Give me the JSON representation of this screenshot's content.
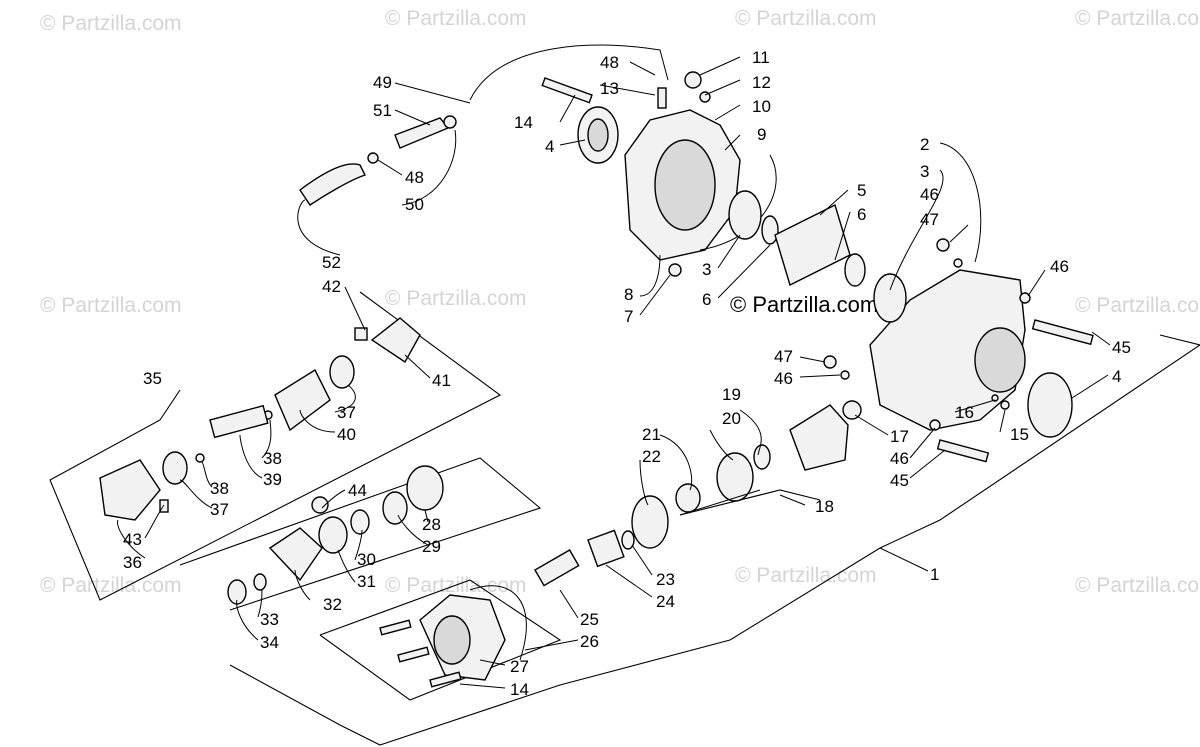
{
  "watermark": {
    "text": "© Partzilla.com",
    "center_text": "© Partzilla.com"
  },
  "diagram": {
    "callouts": {
      "c1": "1",
      "c2": "2",
      "c3a": "3",
      "c3b": "3",
      "c4a": "4",
      "c4b": "4",
      "c5": "5",
      "c6a": "6",
      "c6b": "6",
      "c7": "7",
      "c8": "8",
      "c9": "9",
      "c10": "10",
      "c11": "11",
      "c12": "12",
      "c13": "13",
      "c14a": "14",
      "c14b": "14",
      "c15": "15",
      "c16": "16",
      "c17": "17",
      "c18": "18",
      "c19": "19",
      "c20": "20",
      "c21": "21",
      "c22": "22",
      "c23": "23",
      "c24": "24",
      "c25": "25",
      "c26": "26",
      "c27": "27",
      "c28": "28",
      "c29": "29",
      "c30": "30",
      "c31": "31",
      "c32": "32",
      "c33": "33",
      "c34": "34",
      "c35": "35",
      "c36": "36",
      "c37a": "37",
      "c37b": "37",
      "c38a": "38",
      "c38b": "38",
      "c39": "39",
      "c40": "40",
      "c41": "41",
      "c42": "42",
      "c43": "43",
      "c44": "44",
      "c45a": "45",
      "c45b": "45",
      "c46a": "46",
      "c46b": "46",
      "c46c": "46",
      "c46d": "46",
      "c47a": "47",
      "c47b": "47",
      "c48a": "48",
      "c48b": "48",
      "c49": "49",
      "c50": "50",
      "c51": "51",
      "c52": "52"
    }
  }
}
